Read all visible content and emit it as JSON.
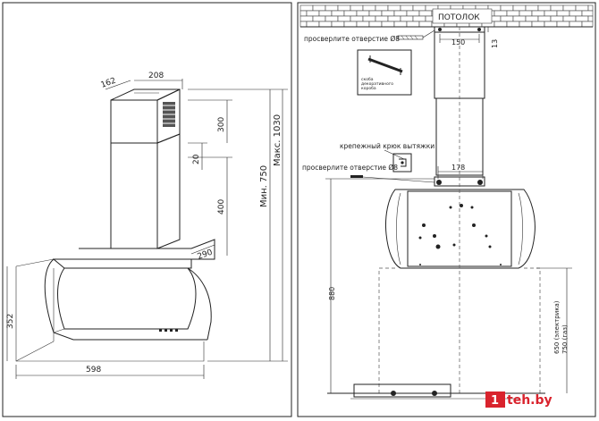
{
  "left_view": {
    "dim_depth": "162",
    "dim_width_top": "208",
    "dim_300": "300",
    "dim_20": "20",
    "dim_400": "400",
    "dim_min": "Мин. 750",
    "dim_max": "Макс. 1030",
    "dim_290": "290",
    "dim_352": "352",
    "dim_598": "598"
  },
  "right_view": {
    "ceiling_label": "ПОТОЛОК",
    "dim_150": "150",
    "dim_13": "13",
    "drill_top": "просверлите отверстие Ø8",
    "bracket_note_1": "скоба",
    "bracket_note_2": "декоративного",
    "bracket_note_3": "короба",
    "hook_label": "крепежный крюк вытяжки",
    "drill_bottom": "просверлите отверстие Ø8",
    "dim_178": "178",
    "dim_880": "880",
    "dim_650": "650 (электрика)",
    "dim_750": "750 (газ)"
  },
  "watermark": {
    "logo_digit": "1",
    "logo_text": "teh.by"
  },
  "colors": {
    "ink": "#222222",
    "logo_red": "#d9232d"
  }
}
